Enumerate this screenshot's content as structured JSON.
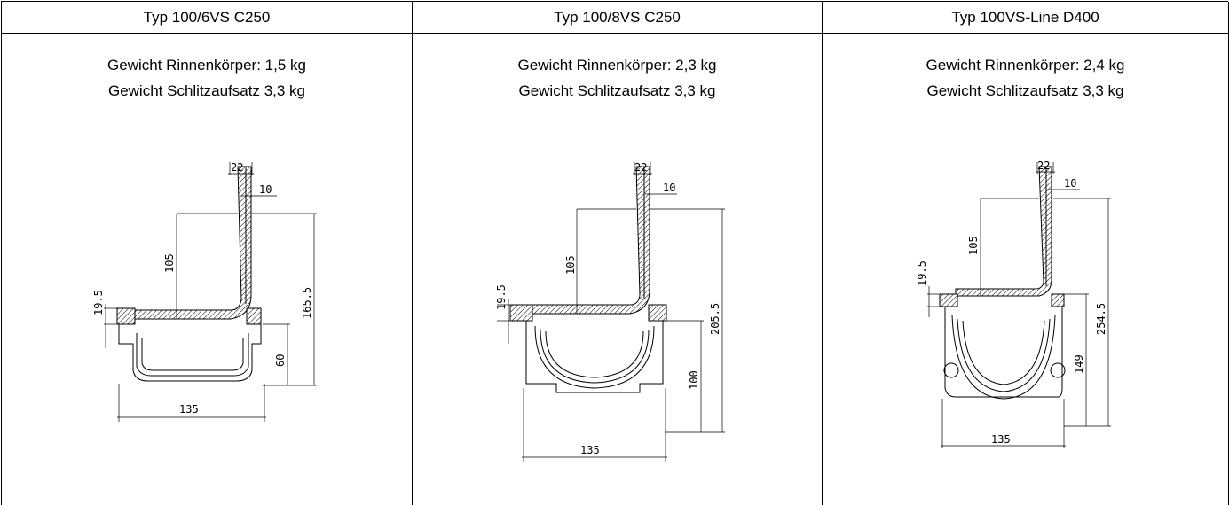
{
  "columns": [
    {
      "title": "Typ 100/6VS C250",
      "weight_body": "Gewicht Rinnenkörper: 1,5 kg",
      "weight_slot": "Gewicht Schlitzaufsatz 3,3 kg",
      "dims": {
        "slot_width": "22",
        "slot_inner": "10",
        "slot_height": "105",
        "frame": "19.5",
        "total_height": "165.5",
        "body_height": "60",
        "width": "135"
      }
    },
    {
      "title": "Typ 100/8VS C250",
      "weight_body": "Gewicht Rinnenkörper: 2,3 kg",
      "weight_slot": "Gewicht Schlitzaufsatz 3,3 kg",
      "dims": {
        "slot_width": "22",
        "slot_inner": "10",
        "slot_height": "105",
        "frame": "19.5",
        "total_height": "205.5",
        "body_height": "100",
        "width": "135"
      }
    },
    {
      "title": "Typ 100VS-Line D400",
      "weight_body": "Gewicht Rinnenkörper: 2,4 kg",
      "weight_slot": "Gewicht Schlitzaufsatz 3,3 kg",
      "dims": {
        "slot_width": "22",
        "slot_inner": "10",
        "slot_height": "105",
        "frame": "19.5",
        "total_height": "254.5",
        "body_height": "149",
        "width": "135"
      }
    }
  ],
  "colors": {
    "line": "#000000",
    "background": "#ffffff"
  }
}
